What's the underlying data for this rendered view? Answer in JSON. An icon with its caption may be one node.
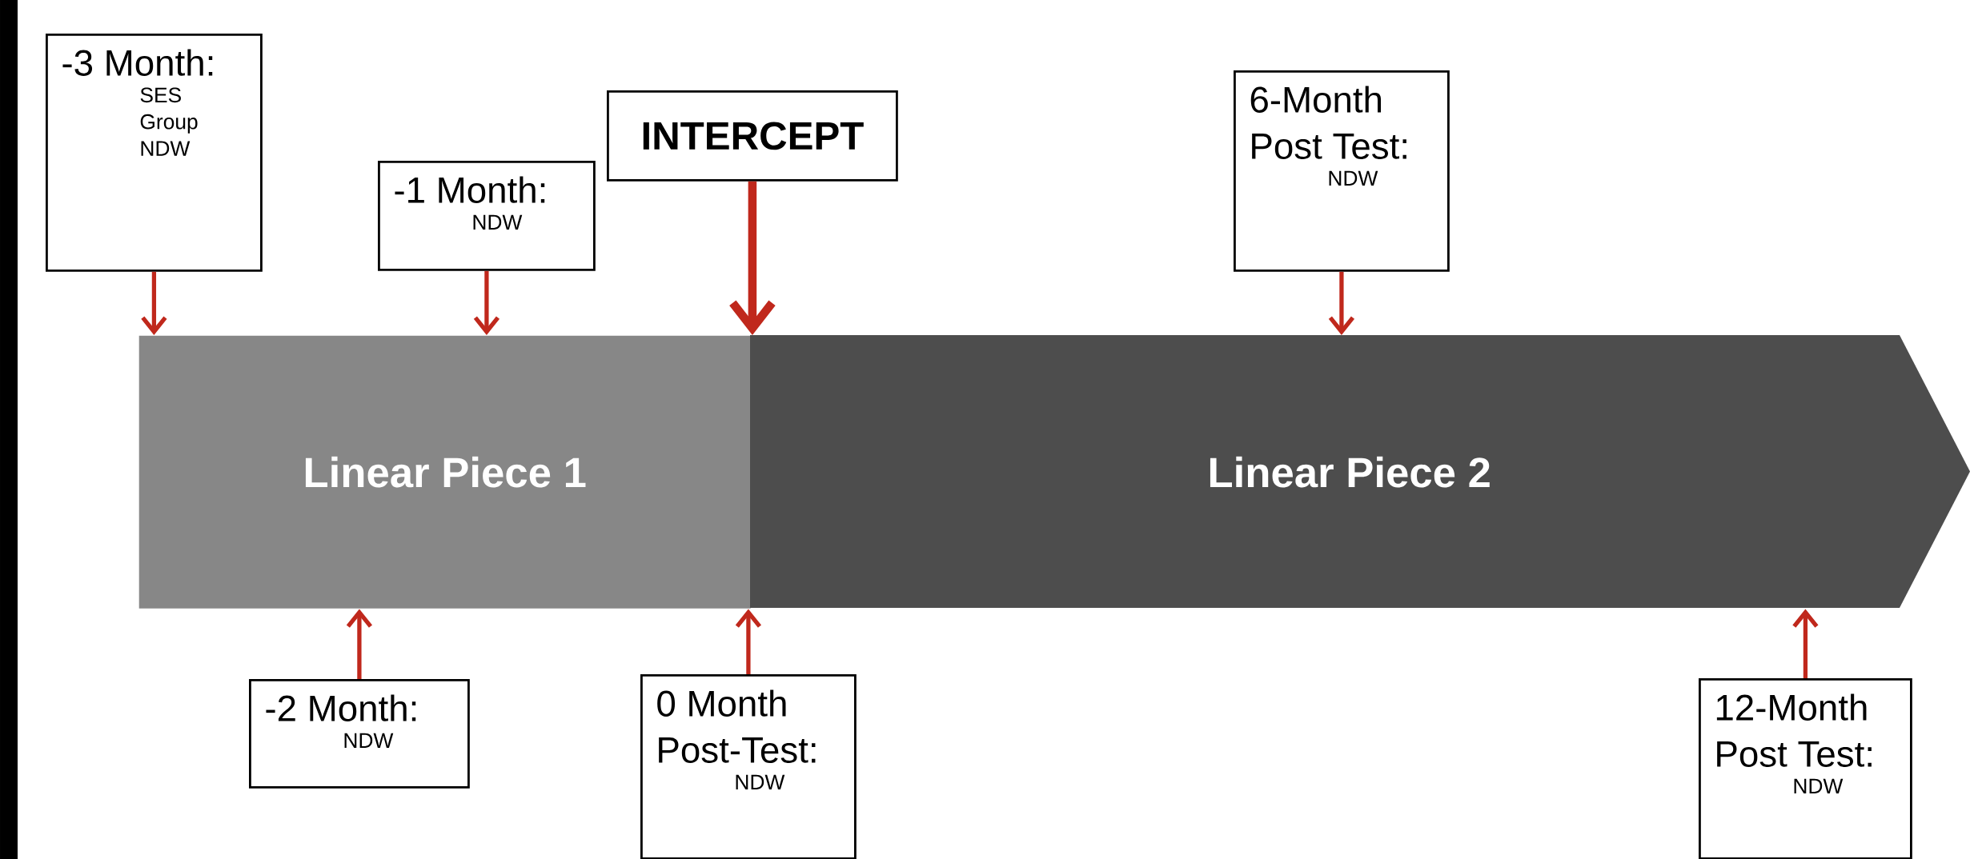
{
  "diagram": {
    "nodes": [
      {
        "text": [
          "-3 Month:",
          "SES",
          "Group",
          "NDW"
        ]
      },
      {
        "text": [
          "-1 Month:",
          "NDW"
        ]
      },
      {
        "text": [
          "INTERCEPT"
        ]
      },
      {
        "text": [
          "6-Month Post Test:",
          "NDW"
        ]
      },
      {
        "text": [
          "Linear Piece 1"
        ]
      },
      {
        "text": [
          "Linear Piece 2"
        ]
      },
      {
        "text": [
          "-2 Month:",
          "NDW"
        ]
      },
      {
        "text": [
          "0 Month Post-Test:",
          "NDW"
        ]
      },
      {
        "text": [
          "12-Month Post Test:",
          "NDW"
        ]
      }
    ],
    "edges": [
      {
        "from": 0,
        "to": 4,
        "arrow": "to"
      },
      {
        "from": 1,
        "to": 4,
        "arrow": "to"
      },
      {
        "from": 2,
        "to": 4,
        "arrow": "to",
        "style": "thick"
      },
      {
        "from": 3,
        "to": 5,
        "arrow": "to"
      },
      {
        "from": 6,
        "to": 4,
        "arrow": "to"
      },
      {
        "from": 7,
        "to": 4,
        "arrow": "to"
      },
      {
        "from": 8,
        "to": 5,
        "arrow": "to"
      }
    ]
  }
}
